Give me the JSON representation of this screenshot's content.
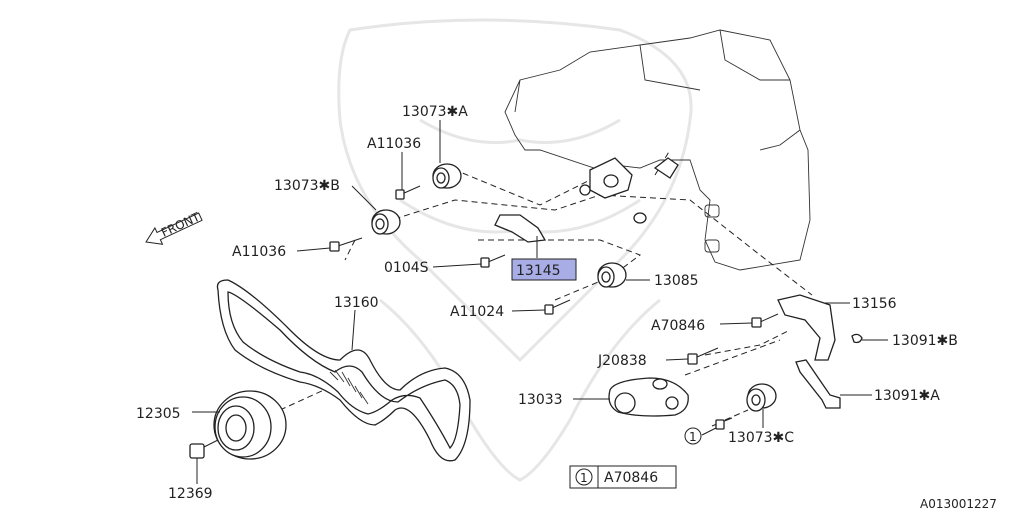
{
  "callouts": {
    "p13073a": "13073✱A",
    "a11036_top": "A11036",
    "p13073b": "13073✱B",
    "a11036_left": "A11036",
    "p0104s": "0104S",
    "p13145": "13145",
    "p13085": "13085",
    "a11024": "A11024",
    "p13160": "13160",
    "p13156": "13156",
    "a70846": "A70846",
    "p13091b": "13091✱B",
    "j20838": "J20838",
    "p13033": "13033",
    "p13091a": "13091✱A",
    "p12305": "12305",
    "p13073c": "13073✱C",
    "p12369": "12369",
    "circle_ref": "1"
  },
  "legend": {
    "number": "1",
    "part": "A70846"
  },
  "front_label": "FRONT",
  "diagram_id": "A013001227",
  "colors": {
    "highlight": "#a9ade6",
    "line": "#222222",
    "watermark": "#e6e6e6"
  }
}
